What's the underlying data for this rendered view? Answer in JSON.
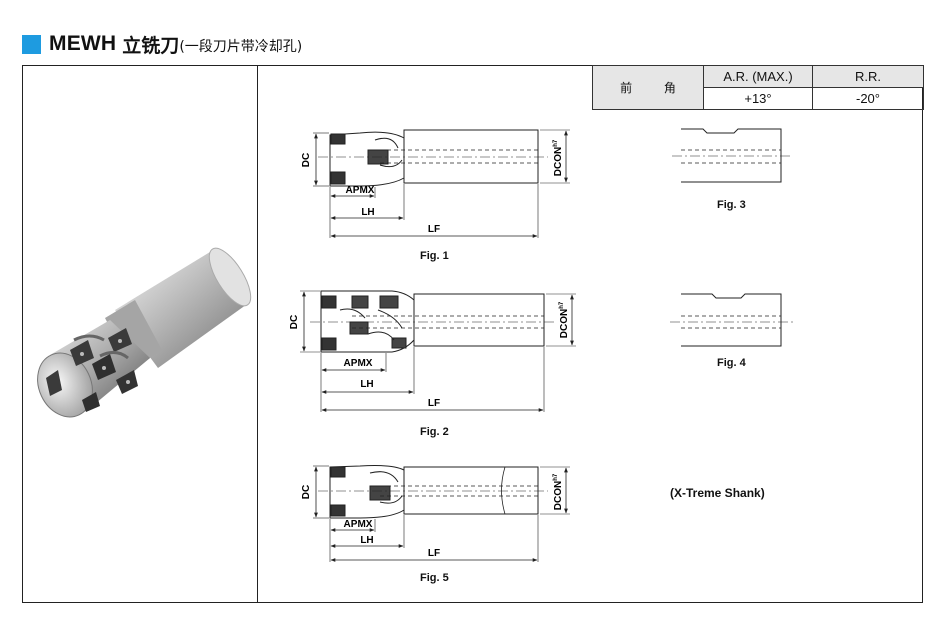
{
  "header": {
    "model": "MEWH",
    "name": "立铣刀",
    "subtitle": "(一段刀片带冷却孔)",
    "accent_color": "#1e9be0"
  },
  "spec_table": {
    "row_label": "前 角",
    "col1_header": "A.R. (MAX.)",
    "col2_header": "R.R.",
    "col1_value": "+13°",
    "col2_value": "-20°"
  },
  "labels": {
    "dc": "DC",
    "dcon": "DCON",
    "dcon_tol": "h7",
    "apmx": "APMX",
    "lh": "LH",
    "lf": "LF"
  },
  "figures": {
    "fig1": "Fig. 1",
    "fig2": "Fig. 2",
    "fig3": "Fig. 3",
    "fig4": "Fig. 4",
    "fig5": "Fig. 5"
  },
  "xtreme_note": "(X-Treme Shank)",
  "photo": {
    "icon": "end-mill-photo"
  }
}
